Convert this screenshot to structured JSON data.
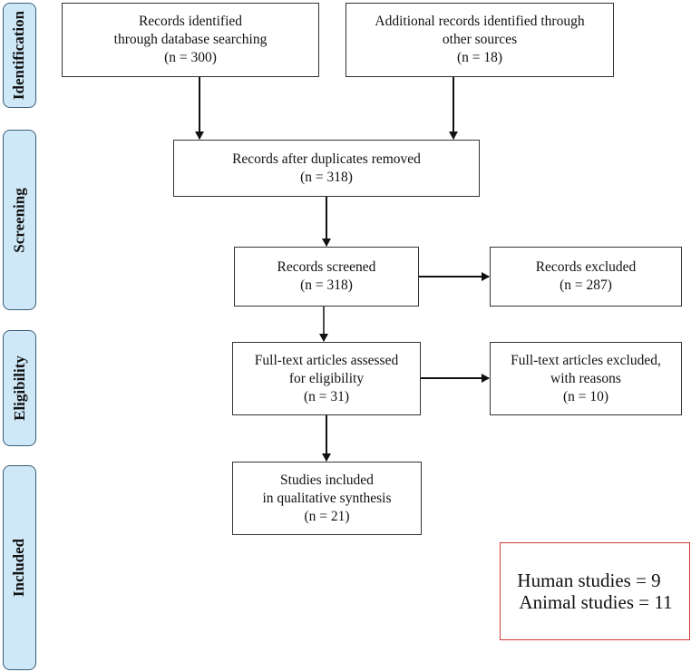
{
  "phases": {
    "identification": "Identification",
    "screening": "Screening",
    "eligibility": "Eligibility",
    "included": "Included"
  },
  "boxes": {
    "database": {
      "line1": "Records identified",
      "line2": "through database searching",
      "line3": "(n = 300)"
    },
    "other_sources": {
      "line1": "Additional records identified through",
      "line2": "other sources",
      "line3": "(n = 18)"
    },
    "duplicates_removed": {
      "line1": "Records after duplicates removed",
      "line2": "(n = 318)"
    },
    "screened": {
      "line1": "Records screened",
      "line2": "(n = 318)"
    },
    "excluded": {
      "line1": "Records excluded",
      "line2": "(n = 287)"
    },
    "fulltext_assessed": {
      "line1": "Full-text articles assessed",
      "line2": "for eligibility",
      "line3": "(n = 31)"
    },
    "fulltext_excluded": {
      "line1": "Full-text articles excluded,",
      "line2": "with reasons",
      "line3": "(n = 10)"
    },
    "included": {
      "line1": "Studies included",
      "line2": "in qualitative synthesis",
      "line3": "(n = 21)"
    }
  },
  "note": {
    "line1": "Human studies = 9",
    "line2": "Animal studies = 11",
    "border_color": "#d03a3a"
  },
  "colors": {
    "phase_fill": "#cfe8f7",
    "phase_border": "#3a5f7a"
  }
}
